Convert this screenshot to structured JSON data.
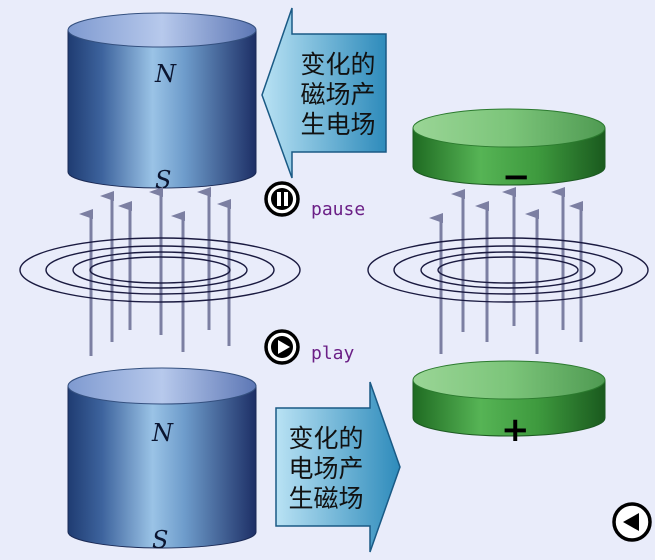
{
  "magnet_top": {
    "north_label": "N",
    "south_label": "S"
  },
  "magnet_bottom": {
    "north_label": "N",
    "south_label": "S"
  },
  "arrow_top": {
    "line1": "变化的",
    "line2": "磁场产",
    "line3": "生电场"
  },
  "arrow_bottom": {
    "line1": "变化的",
    "line2": "电场产",
    "line3": "生磁场"
  },
  "plate_top": {
    "sign": "−"
  },
  "plate_bottom": {
    "sign": "+"
  },
  "controls": {
    "pause_label": "pause",
    "play_label": "play"
  },
  "icons": {
    "pause": "pause-icon",
    "play": "play-icon",
    "back": "back-icon"
  },
  "colors": {
    "background": "#e9ecfa",
    "magnet": "#2f4f86",
    "plate": "#3f9a3f",
    "arrow_fill": "#3a9ac4",
    "field_line": "#7c7fa2",
    "caption": "#6b1f86"
  }
}
